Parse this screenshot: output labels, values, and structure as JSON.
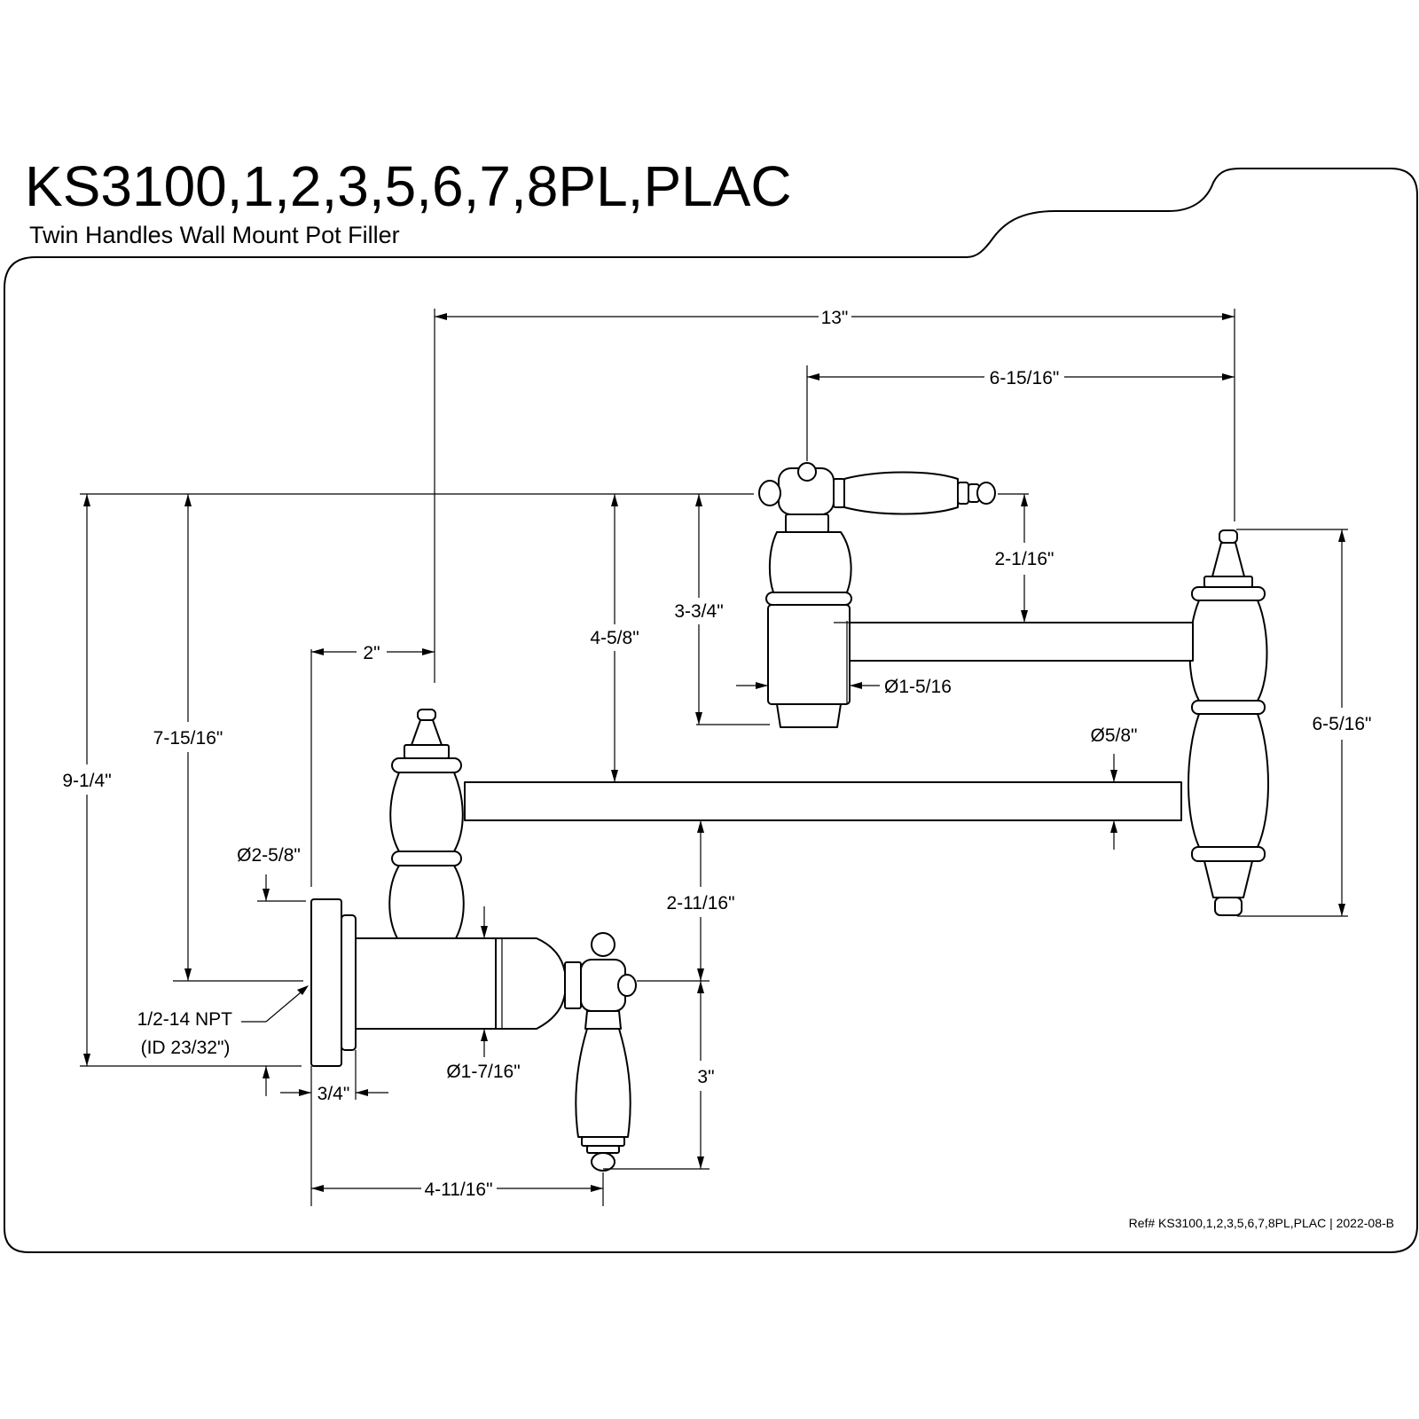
{
  "header": {
    "model": "KS3100,1,2,3,5,6,7,8PL,PLAC",
    "product_name": "Twin Handles Wall Mount Pot Filler"
  },
  "dimensions": {
    "overall_width": "13\"",
    "upper_spout_reach": "6-15/16\"",
    "upper_handle_drop": "2-1/16\"",
    "upper_body_height": "3-3/4\"",
    "upper_body_diameter": "Ø1-5/16",
    "upper_arm_height": "4-5/8\"",
    "wall_to_post": "2\"",
    "overall_height": "9-1/4\"",
    "escutcheon_to_top": "7-15/16\"",
    "escutcheon_diameter": "Ø2-5/8\"",
    "arm_tube_diameter": "Ø5/8\"",
    "swivel_height": "6-5/16\"",
    "lower_arm_height": "2-11/16\"",
    "valve_body_diameter": "Ø1-7/16\"",
    "lever_drop": "3\"",
    "escutcheon_depth": "3/4\"",
    "lever_projection": "4-11/16\""
  },
  "connection": {
    "thread": "1/2-14 NPT",
    "inner_diameter": "(ID 23/32\")"
  },
  "footer": {
    "reference": "Ref# KS3100,1,2,3,5,6,7,8PL,PLAC | 2022-08-B"
  }
}
